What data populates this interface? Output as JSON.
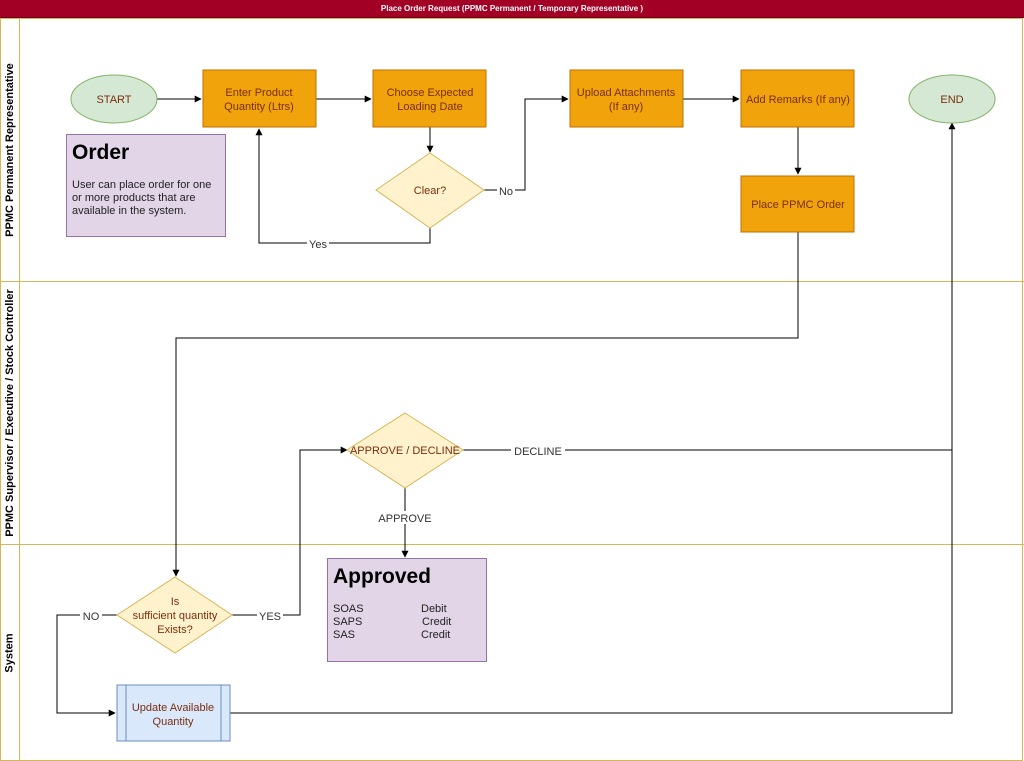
{
  "title": "Place Order Request (PPMC Permanent / Temporary Representative  )",
  "lanes": [
    {
      "label": "PPMC Permanent Representative"
    },
    {
      "label": "PPMC Supervisor / Executive / Stock Controller"
    },
    {
      "label": "System"
    }
  ],
  "nodes": {
    "start": "START",
    "end": "END",
    "enter_qty": [
      "Enter Product",
      "Quantity (Ltrs)"
    ],
    "choose_date": [
      "Choose Expected",
      "Loading Date"
    ],
    "clear": "Clear?",
    "upload": [
      "Upload Attachments",
      "(If any)"
    ],
    "remarks": "Add Remarks (If any)",
    "place_order": "Place PPMC Order",
    "approve_decline": "APPROVE / DECLINE",
    "sufficient": [
      "Is",
      "sufficient quantity",
      "Exists?"
    ],
    "update_qty": [
      "Update Available",
      "Quantity"
    ]
  },
  "edge_labels": {
    "no": "No",
    "yes": "Yes",
    "decline": "DECLINE",
    "approve": "APPROVE",
    "NO": "NO",
    "YES": "YES"
  },
  "order_note": {
    "heading": "Order",
    "body": "User can place order for one or more products that are available in the system."
  },
  "approved_note": {
    "heading": "Approved",
    "rows": [
      {
        "code": "SOAS",
        "type": "Debit"
      },
      {
        "code": "SAPS",
        "type": "Credit"
      },
      {
        "code": "SAS",
        "type": "Credit"
      }
    ]
  },
  "colors": {
    "title_bar": "#a20025",
    "lane_border": "#d6b656",
    "process_fill": "#f0a30a",
    "process_stroke": "#bd7000",
    "decision_fill": "#fff2cc",
    "decision_stroke": "#d6b656",
    "terminal_fill": "#d5e8d4",
    "terminal_stroke": "#82b366",
    "note_fill": "#e1d5e7",
    "note_stroke": "#9673a6",
    "subprocess_fill": "#dae8fc",
    "subprocess_stroke": "#6c8ebf",
    "node_text": "#7a2e0e"
  }
}
